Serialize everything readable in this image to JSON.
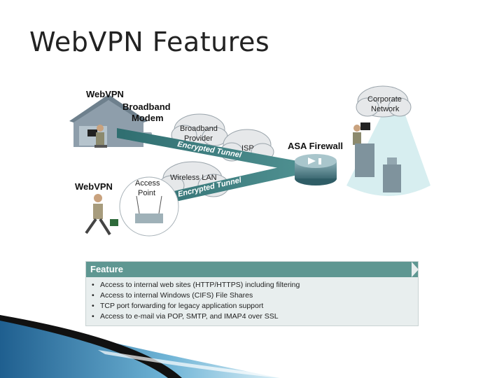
{
  "slide": {
    "title": "WebVPN Features"
  },
  "diagram": {
    "labels": {
      "webvpn_top": "WebVPN",
      "broadband_modem_1": "Broadband",
      "broadband_modem_2": "Modem",
      "broadband_provider_1": "Broadband",
      "broadband_provider_2": "Provider",
      "isp": "ISP",
      "asa_firewall": "ASA Firewall",
      "corporate_1": "Corporate",
      "corporate_2": "Network",
      "webvpn_bottom": "WebVPN",
      "access_point_1": "Access",
      "access_point_2": "Point",
      "wireless_lan": "Wireless LAN",
      "tunnel_top": "Encrypted Tunnel",
      "tunnel_bottom": "Encrypted Tunnel"
    }
  },
  "feature_table": {
    "header": "Feature",
    "items": [
      "Access to internal web sites (HTTP/HTTPS) including filtering",
      "Access to internal Windows (CIFS) File Shares",
      "TCP port forwarding for legacy application support",
      "Access to e-mail via POP, SMTP, and IMAP4 over SSL"
    ]
  },
  "colors": {
    "tunnel": "#3f7f80",
    "header_bg": "#5f9792",
    "cloud": "#e6e8ea",
    "beam": "#d7eef0",
    "house": "#7d8e9a"
  }
}
